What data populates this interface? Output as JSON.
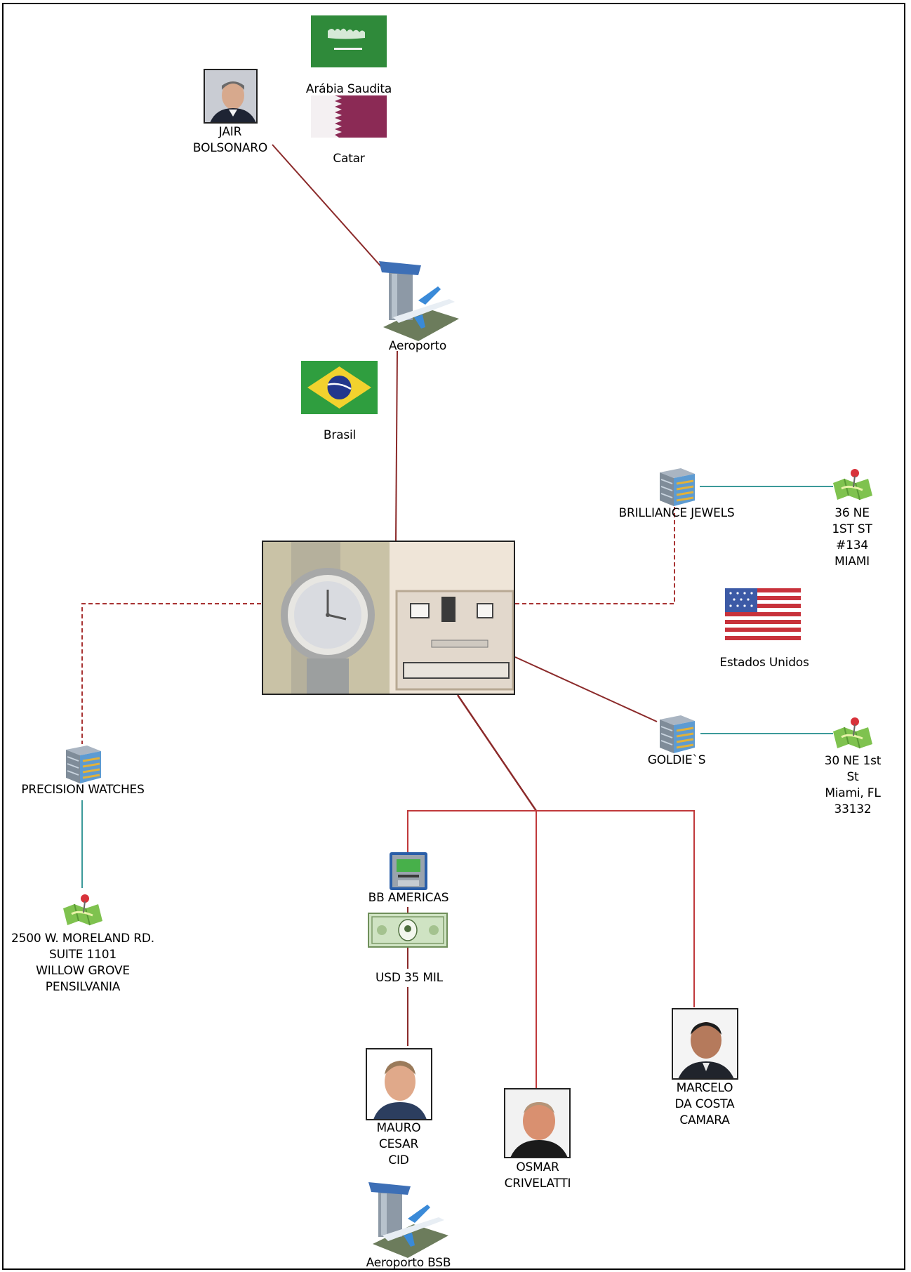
{
  "colors": {
    "solid_link": "#8b2a2a",
    "dashed_link": "#a83232",
    "teal_link": "#3c9a9a",
    "frame": "#000000"
  },
  "nodes": {
    "saudi": {
      "label": "Arábia Saudita",
      "icon": "saudi-flag-icon"
    },
    "qatar": {
      "label": "Catar",
      "icon": "qatar-flag-icon"
    },
    "bolsonaro": {
      "label": "JAIR\nBOLSONARO",
      "icon": "person-photo"
    },
    "aeroporto": {
      "label": "Aeroporto",
      "icon": "airport-icon"
    },
    "brasil": {
      "label": "Brasil",
      "icon": "brazil-flag-icon"
    },
    "brilliance": {
      "label": "BRILLIANCE JEWELS",
      "icon": "building-icon"
    },
    "brilliance_addr": {
      "label": "36 NE 1ST ST\n#134 MIAMI",
      "icon": "map-pin-icon"
    },
    "eua": {
      "label": "Estados Unidos",
      "icon": "usa-flag-icon"
    },
    "goldies": {
      "label": "GOLDIE`S",
      "icon": "building-icon"
    },
    "goldies_addr": {
      "label": "30 NE 1st St\nMiami, FL 33132",
      "icon": "map-pin-icon"
    },
    "precision": {
      "label": "PRECISION WATCHES",
      "icon": "building-icon"
    },
    "precision_addr": {
      "label": "2500 W. MORELAND RD.\nSUITE 1101\nWILLOW GROVE\nPENSILVANIA",
      "icon": "map-pin-icon"
    },
    "bb": {
      "label": "BB AMERICAS",
      "icon": "atm-icon"
    },
    "usd": {
      "label": "USD 35 MIL",
      "icon": "dollar-bill-icon"
    },
    "mauro": {
      "label": "MAURO\nCESAR\nCID",
      "icon": "person-photo"
    },
    "osmar": {
      "label": "OSMAR\nCRIVELATTI",
      "icon": "person-photo"
    },
    "marcelo": {
      "label": "MARCELO\nDA COSTA\nCAMARA",
      "icon": "person-photo"
    },
    "aeroporto_bsb": {
      "label": "Aeroporto BSB",
      "icon": "airport-icon"
    },
    "evidence": {
      "icon": "watch-and-jewelry-photo"
    }
  }
}
